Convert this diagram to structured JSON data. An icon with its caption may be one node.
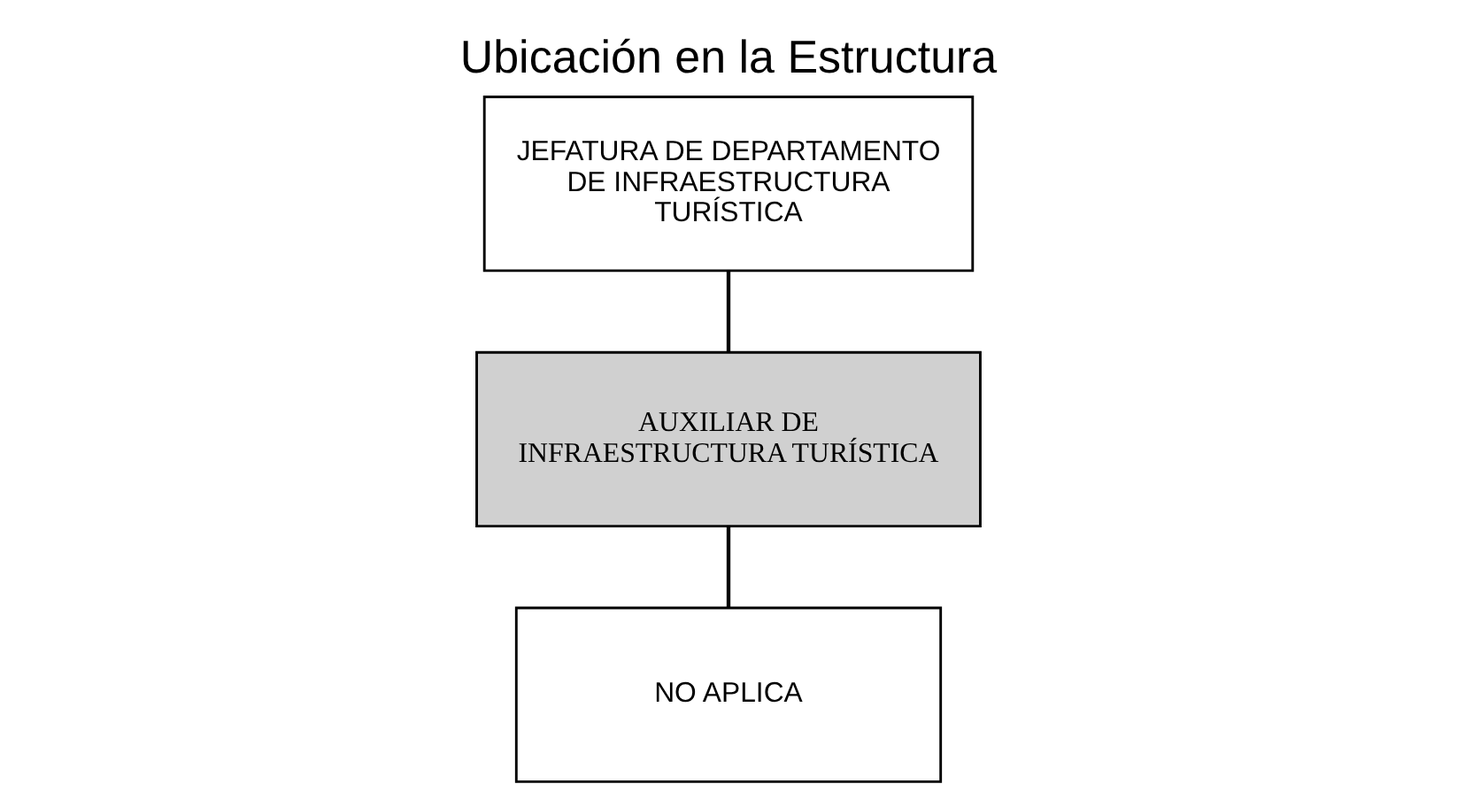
{
  "diagram": {
    "title": "Ubicación en la Estructura",
    "nodes": [
      {
        "text": [
          "JEFATURA DE DEPARTAMENTO DE INFRAESTRUCTURA TURÍSTICA"
        ]
      },
      {
        "text": [
          "AUXILIAR DE INFRAESTRUCTURA TURÍSTICA"
        ]
      },
      {
        "text": [
          "NO APLICA"
        ]
      }
    ],
    "edges": [
      {
        "from": 0,
        "to": 1,
        "arrow": "none"
      },
      {
        "from": 1,
        "to": 2,
        "arrow": "none"
      }
    ]
  }
}
